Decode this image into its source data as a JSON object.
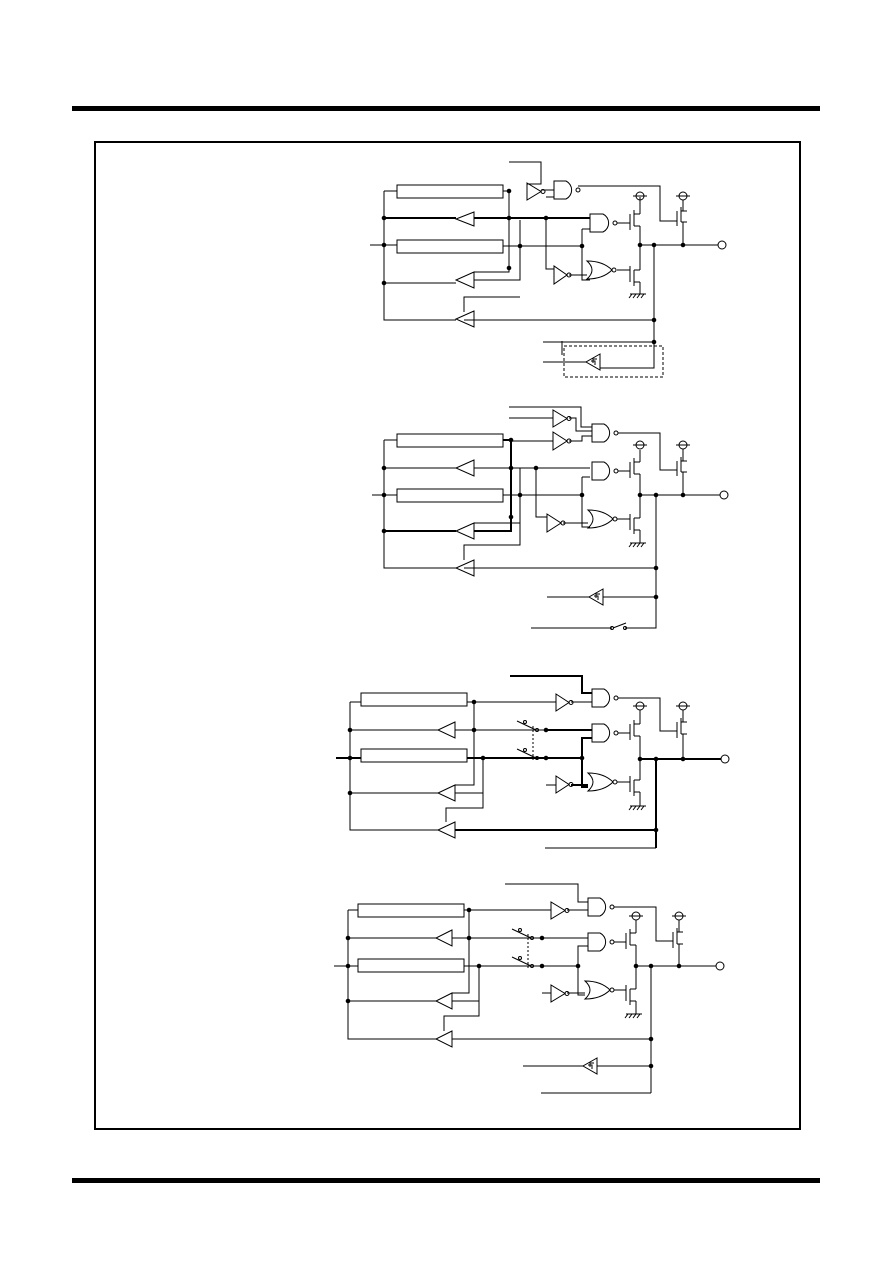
{
  "page": {
    "line_color": "#000000",
    "background_color": "#ffffff"
  },
  "schematics": [
    {
      "id": "circuit-1",
      "variant": "schmitt-input-dashed-box"
    },
    {
      "id": "circuit-2",
      "variant": "schmitt-input-with-switch"
    },
    {
      "id": "circuit-3",
      "variant": "selector-switches"
    },
    {
      "id": "circuit-4",
      "variant": "selector-switches-schmitt-input"
    }
  ]
}
